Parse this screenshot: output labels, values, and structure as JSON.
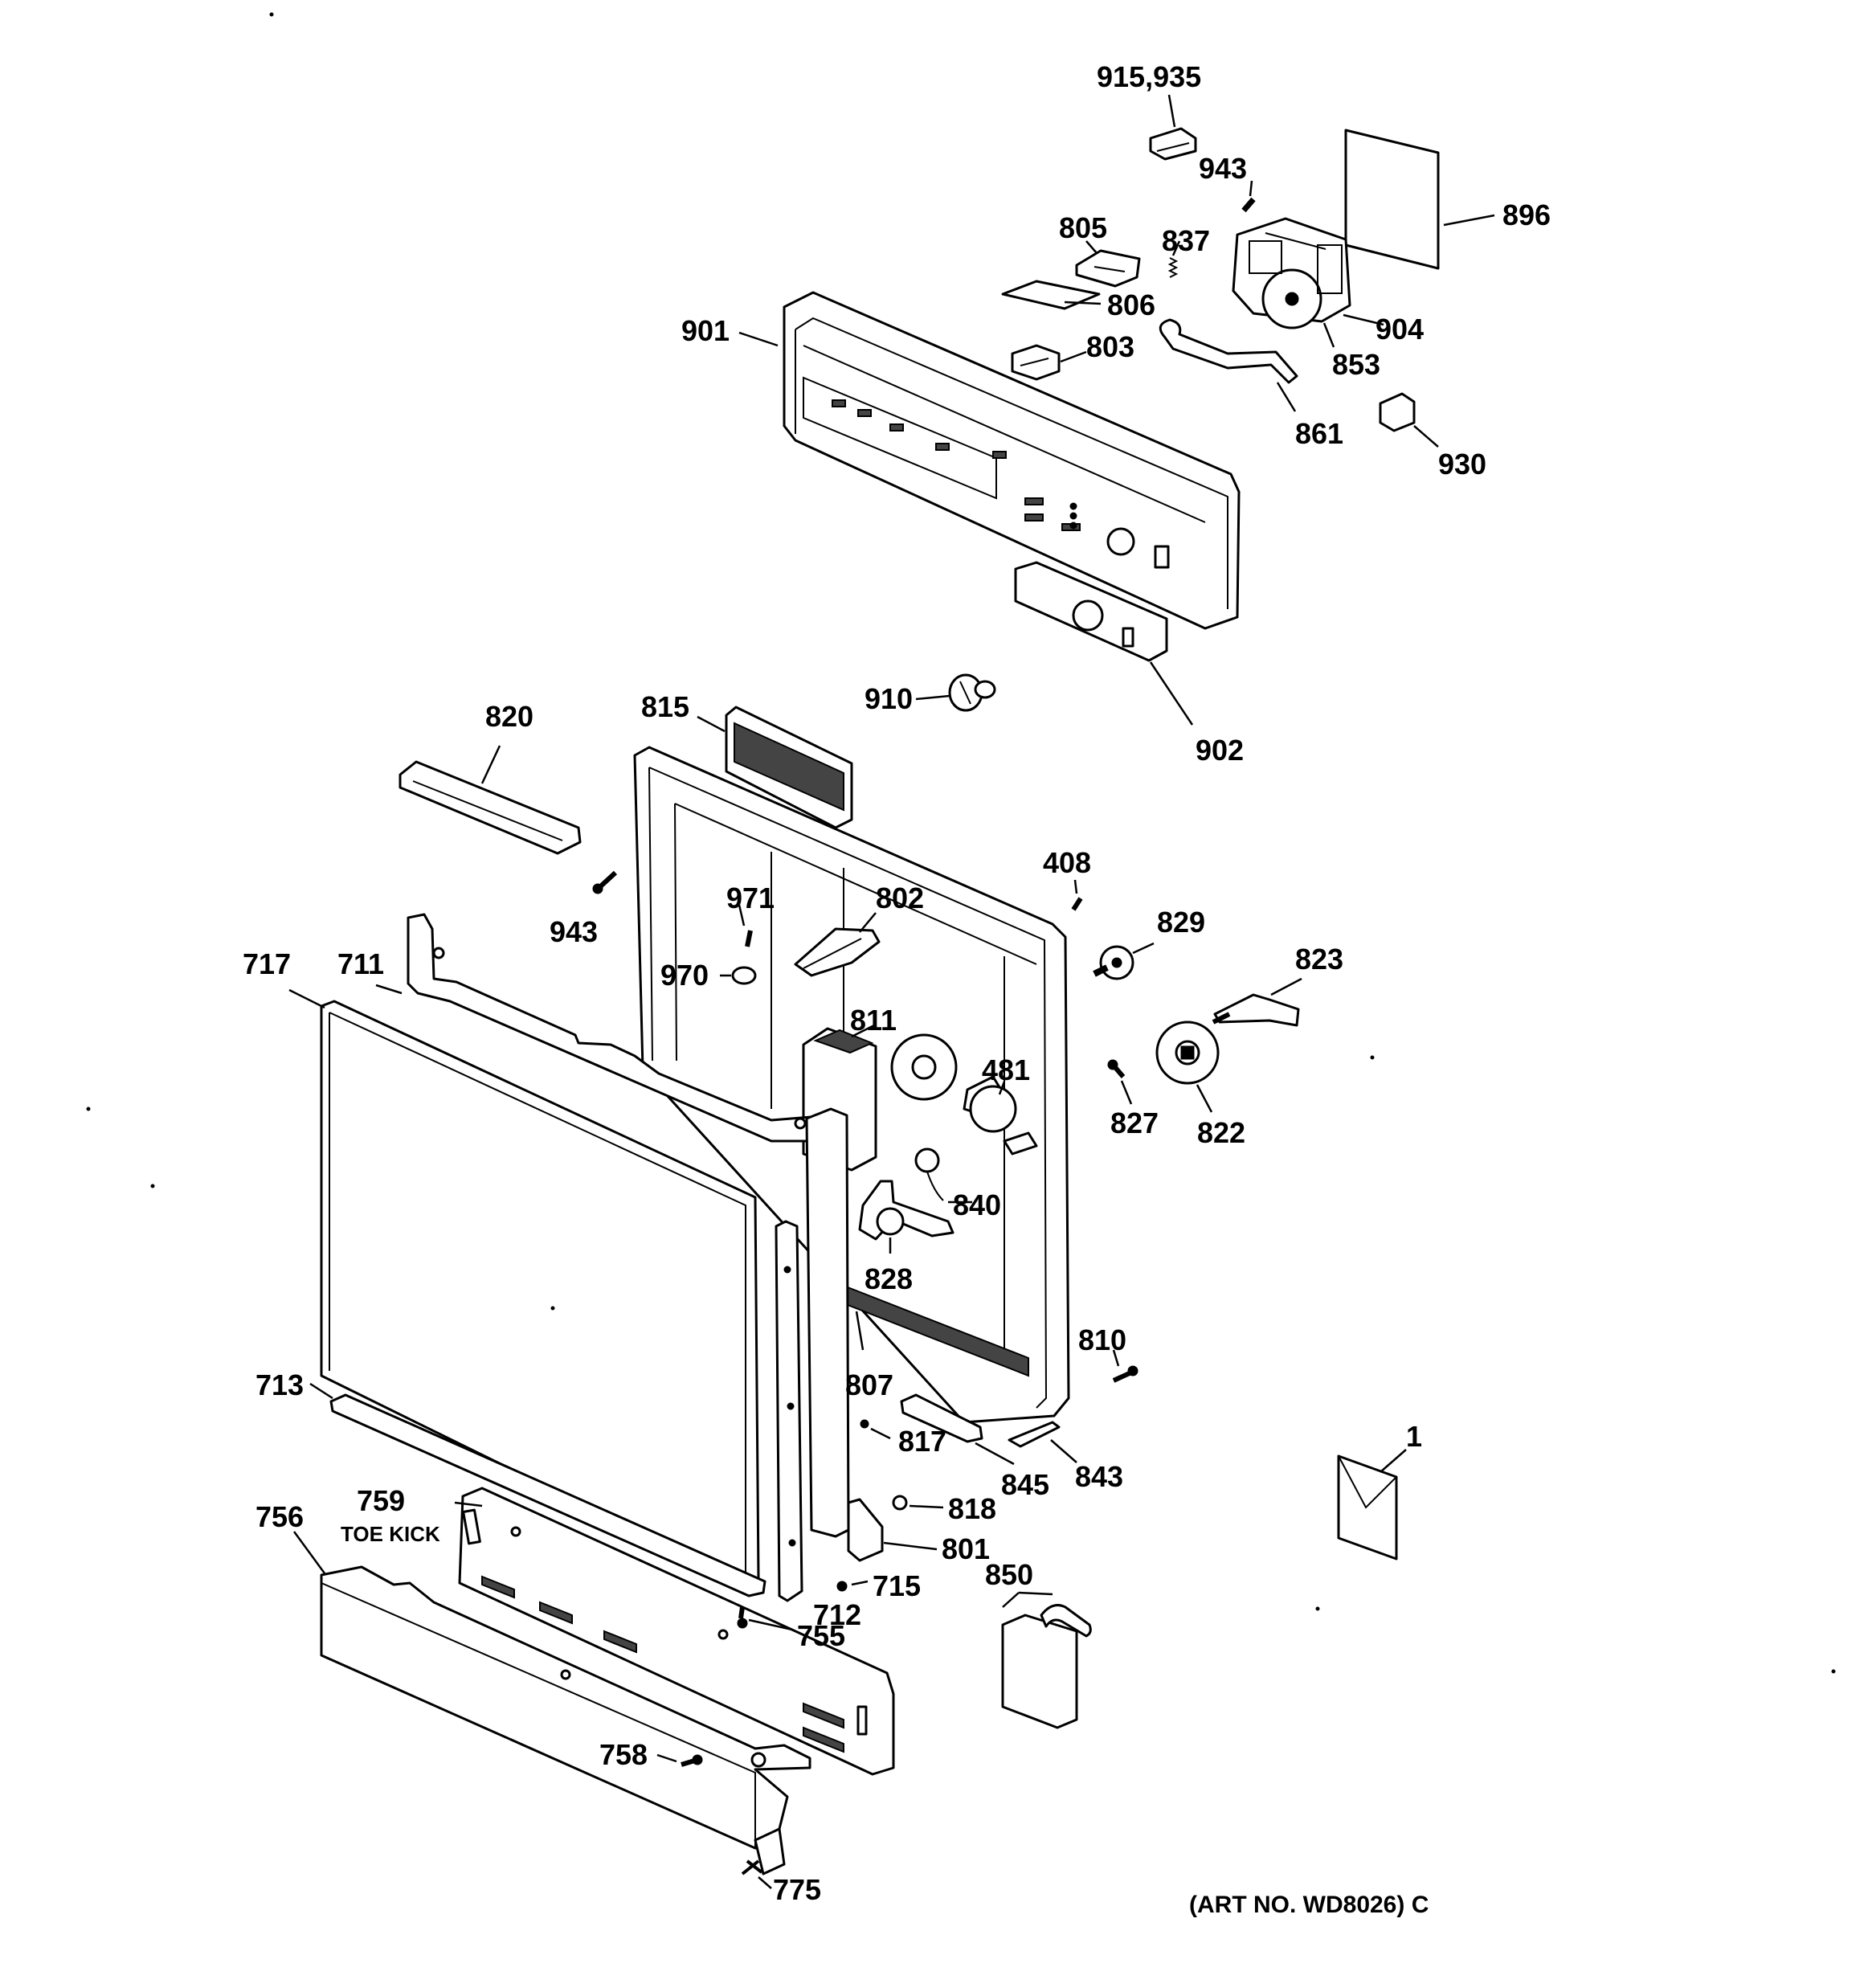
{
  "labels": {
    "p915_935": "915,935",
    "p943_top": "943",
    "p896": "896",
    "p805": "805",
    "p837": "837",
    "p806": "806",
    "p904": "904",
    "p901": "901",
    "p803": "803",
    "p853": "853",
    "p861": "861",
    "p930": "930",
    "p910": "910",
    "p902": "902",
    "p820": "820",
    "p815": "815",
    "p408": "408",
    "p943_left": "943",
    "p971": "971",
    "p802": "802",
    "p829": "829",
    "p717": "717",
    "p711": "711",
    "p970": "970",
    "p823": "823",
    "p811": "811",
    "p481": "481",
    "p827": "827",
    "p822": "822",
    "p840": "840",
    "p828": "828",
    "p810": "810",
    "p713": "713",
    "p807": "807",
    "p817": "817",
    "p845": "845",
    "p843": "843",
    "p1": "1",
    "p759": "759",
    "toe_kick": "TOE KICK",
    "p756": "756",
    "p818": "818",
    "p801": "801",
    "p715": "715",
    "p850": "850",
    "p712": "712",
    "p755": "755",
    "p758": "758",
    "p775": "775",
    "art_no": "(ART NO. WD8026) C"
  }
}
